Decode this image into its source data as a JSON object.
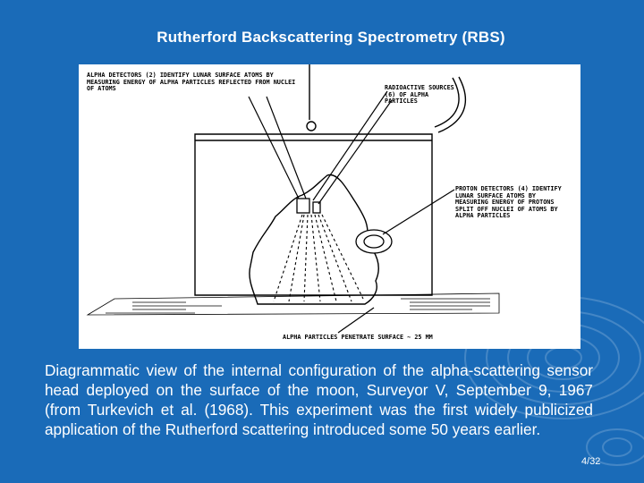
{
  "slide": {
    "title": "Rutherford Backscattering Spectrometry (RBS)",
    "caption": "Diagrammatic view of the internal configuration of the alpha-scattering sensor head deployed on the surface of the moon, Surveyor V, September 9, 1967 (from Turkevich et al. (1968). This experiment was the first widely publicized application of the Rutherford scattering introduced some 50 years earlier.",
    "page_number": "4/32"
  },
  "figure": {
    "callout_alpha_detectors": "ALPHA DETECTORS (2) IDENTIFY LUNAR SURFACE ATOMS BY MEASURING ENERGY OF ALPHA PARTICLES REFLECTED FROM NUCLEI OF ATOMS",
    "callout_radioactive_sources": "RADIOACTIVE SOURCES (6) OF ALPHA PARTICLES",
    "callout_proton_detectors": "PROTON DETECTORS (4) IDENTIFY LUNAR SURFACE ATOMS BY MEASURING ENERGY OF PROTONS SPLIT OFF NUCLEI OF ATOMS BY ALPHA PARTICLES",
    "callout_penetration": "ALPHA PARTICLES PENETRATE SURFACE ~ 25 μm"
  },
  "colors": {
    "background": "#1a6bb8",
    "text": "#ffffff",
    "figure_background": "#ffffff"
  }
}
